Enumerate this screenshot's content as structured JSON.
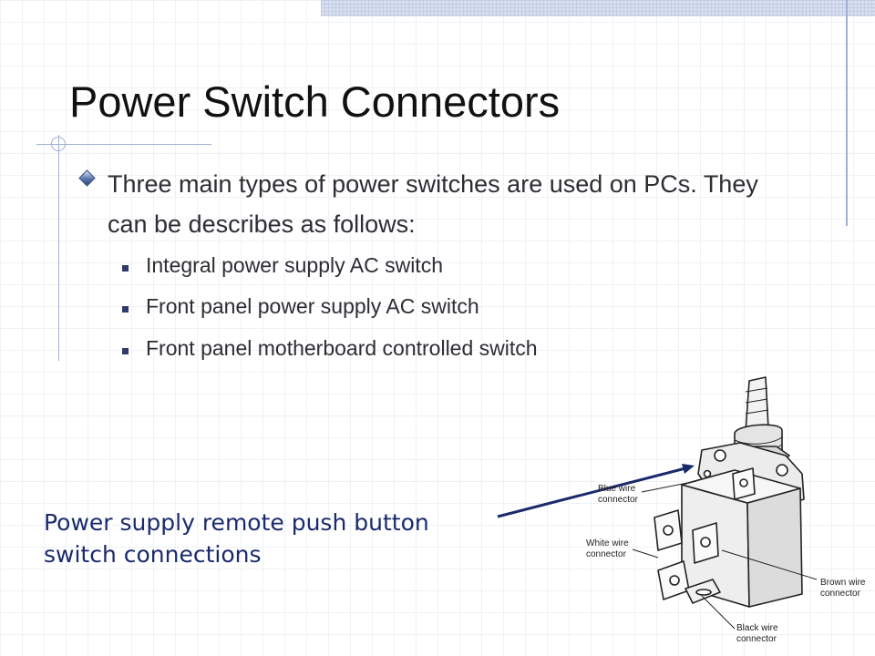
{
  "slide": {
    "title": "Power Switch Connectors",
    "main_bullet": "Three main types of power switches are used on PCs. They can be describes as follows:",
    "sub_bullets": [
      "Integral power supply AC switch",
      "Front panel power supply AC switch",
      "Front panel motherboard controlled switch"
    ],
    "caption_lines": [
      "Power supply remote push button",
      "switch connections"
    ]
  },
  "illustration": {
    "labels": {
      "blue_line1": "Blue wire",
      "blue_line2": "connector",
      "white_line1": "White wire",
      "white_line2": "connector",
      "brown_line1": "Brown wire",
      "brown_line2": "connector",
      "black_line1": "Black wire",
      "black_line2": "connector"
    }
  },
  "colors": {
    "title": "#111111",
    "body_text": "#2d2d33",
    "caption": "#1a2a6c",
    "template_lines": "#9fb0d0",
    "grid": "#eef1f6",
    "bullet_diamond": "#5b74aa"
  }
}
